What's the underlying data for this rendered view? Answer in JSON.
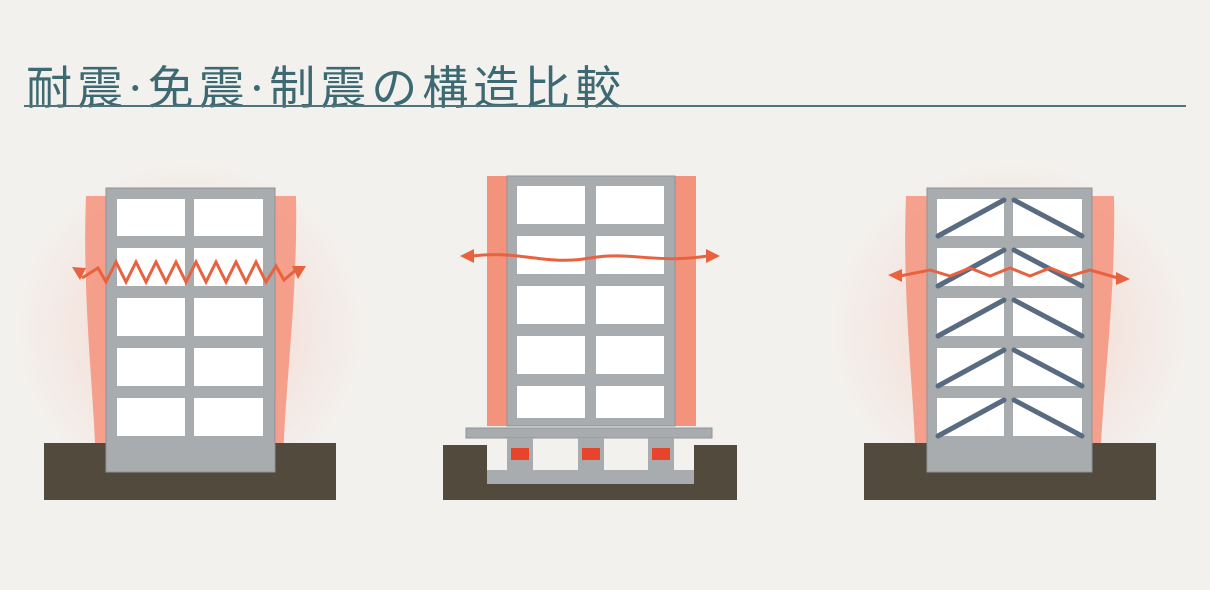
{
  "title": "耐震·免震·制震の構造比較",
  "colors": {
    "title": "#3d6a72",
    "rule": "#4f7379",
    "frame": "#a9acaf",
    "frame_edge": "#8f9397",
    "window": "#ffffff",
    "ground": "#524a3d",
    "sway": "#f4937c",
    "arrow": "#e8623f",
    "isolator": "#e8442c",
    "brace": "#586b80",
    "background": "#f3f1ee"
  },
  "buildings": [
    {
      "type": "taishin",
      "floors": 5
    },
    {
      "type": "menshin",
      "floors": 5
    },
    {
      "type": "seishin",
      "floors": 5
    }
  ]
}
